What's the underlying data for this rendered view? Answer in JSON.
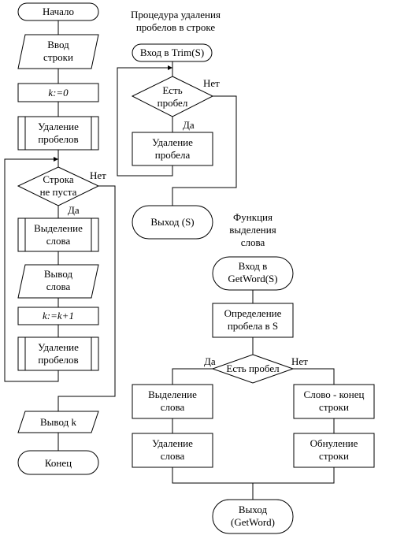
{
  "main": {
    "start": "Начало",
    "input": [
      "Ввод",
      "строки"
    ],
    "init_k": "k:=0",
    "remove_spaces_1": [
      "Удаление",
      "пробелов"
    ],
    "loop_condition": [
      "Строка",
      "не пуста"
    ],
    "no_1": "Нет",
    "yes_1": "Да",
    "extract_word": [
      "Выделение",
      "слова"
    ],
    "output_word": [
      "Вывод",
      "слова"
    ],
    "increment_k": "k:=k+1",
    "remove_spaces_2": [
      "Удаление",
      "пробелов"
    ],
    "output_k": "Вывод k",
    "end": "Конец"
  },
  "trim": {
    "title": [
      "Процедура удаления",
      "пробелов в строке"
    ],
    "enter": "Вход в Trim(S)",
    "condition": [
      "Есть",
      "пробел"
    ],
    "no": "Нет",
    "yes": "Да",
    "remove": [
      "Удаление",
      "пробела"
    ],
    "exit": "Выход (S)"
  },
  "getword": {
    "title": [
      "Функция",
      "выделения",
      "слова"
    ],
    "enter": [
      "Вход в",
      "GetWord(S)"
    ],
    "find": [
      "Определение",
      "пробела в S"
    ],
    "condition": "Есть пробел",
    "yes": "Да",
    "no": "Нет",
    "extract": [
      "Выделение",
      "слова"
    ],
    "remove": [
      "Удаление",
      "слова"
    ],
    "word_end": [
      "Слово - конец",
      "строки"
    ],
    "clear": [
      "Обнуление",
      "строки"
    ],
    "exit": [
      "Выход",
      "(GetWord)"
    ]
  }
}
